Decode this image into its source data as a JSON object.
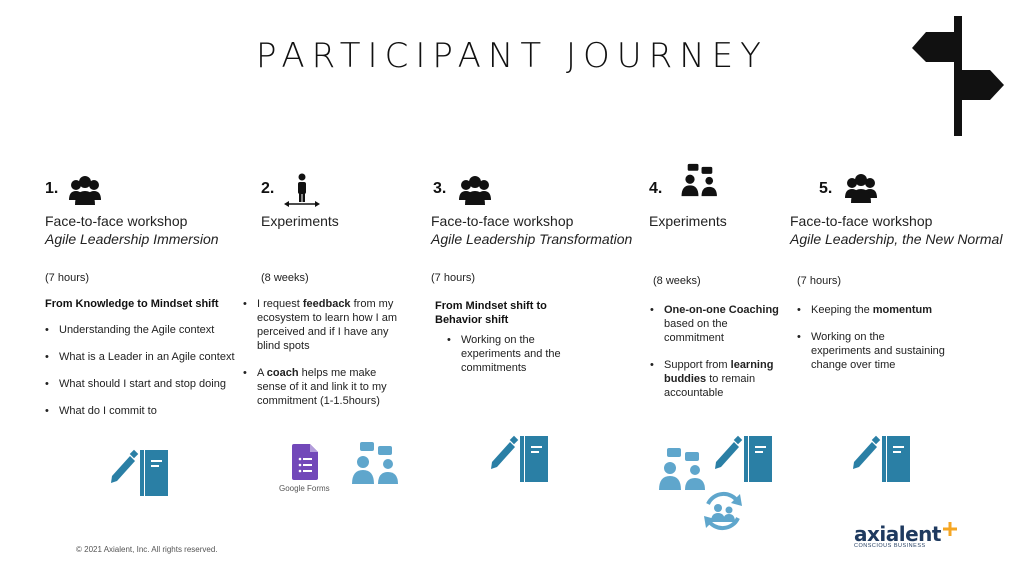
{
  "title": "PARTICIPANT JOURNEY",
  "colors": {
    "teal": "#2a7fa5",
    "light_teal": "#5fa6cc",
    "forms_purple": "#7248b9",
    "accent_orange": "#f5a623"
  },
  "steps": [
    {
      "number": "1.",
      "icon": "group-icon",
      "heading": "Face-to-face workshop",
      "subheading": "Agile Leadership Immersion",
      "duration": "(7 hours)",
      "subtitle": "From Knowledge to Mindset shift",
      "bullets": [
        "Understanding the Agile context",
        "What is a Leader in an Agile context",
        "What should I start and stop doing",
        "What do I commit to"
      ],
      "tools": [
        "notebook-pen-icon"
      ]
    },
    {
      "number": "2.",
      "icon": "person-crossroads-icon",
      "heading": "Experiments",
      "duration": "(8 weeks)",
      "bullets_rich": [
        {
          "pre": "I request ",
          "bold": "feedback",
          "post": " from my ecosystem to learn how I am perceived and if I have any blind spots"
        },
        {
          "pre": "A ",
          "bold": "coach",
          "post": " helps me make sense of it and link it to my commitment (1-1.5hours)"
        }
      ],
      "tools": [
        "google-forms-icon",
        "coaching-icon"
      ],
      "google_forms_label": "Google Forms"
    },
    {
      "number": "3.",
      "icon": "group-icon",
      "heading": "Face-to-face workshop",
      "subheading": "Agile Leadership Transformation",
      "duration": "(7 hours)",
      "subtitle": "From Mindset shift to Behavior shift",
      "bullets": [
        "Working on the experiments and the commitments"
      ],
      "tools": [
        "notebook-pen-icon"
      ]
    },
    {
      "number": "4.",
      "icon": "coaching-icon",
      "heading": "Experiments",
      "duration": "(8 weeks)",
      "bullets_rich": [
        {
          "pre": "",
          "bold": "One-on-one Coaching",
          "post": " based on the commitment"
        },
        {
          "pre": "Support from ",
          "bold": "learning buddies",
          "post": " to remain accountable"
        }
      ],
      "tools": [
        "coaching-icon",
        "notebook-pen-icon",
        "cycle-buddies-icon"
      ]
    },
    {
      "number": "5.",
      "icon": "group-icon",
      "heading": "Face-to-face workshop",
      "subheading": "Agile Leadership, the New Normal",
      "duration": "(7 hours)",
      "bullets_rich": [
        {
          "pre": "Keeping the ",
          "bold": "momentum",
          "post": ""
        },
        {
          "pre": "Working on the experiments and sustaining change over time",
          "bold": "",
          "post": ""
        }
      ],
      "tools": [
        "notebook-pen-icon"
      ]
    }
  ],
  "footer": {
    "copyright": "© 2021 Axialent, Inc. All rights reserved.",
    "logo_text": "axialent",
    "logo_tagline": "CONSCIOUS BUSINESS"
  }
}
